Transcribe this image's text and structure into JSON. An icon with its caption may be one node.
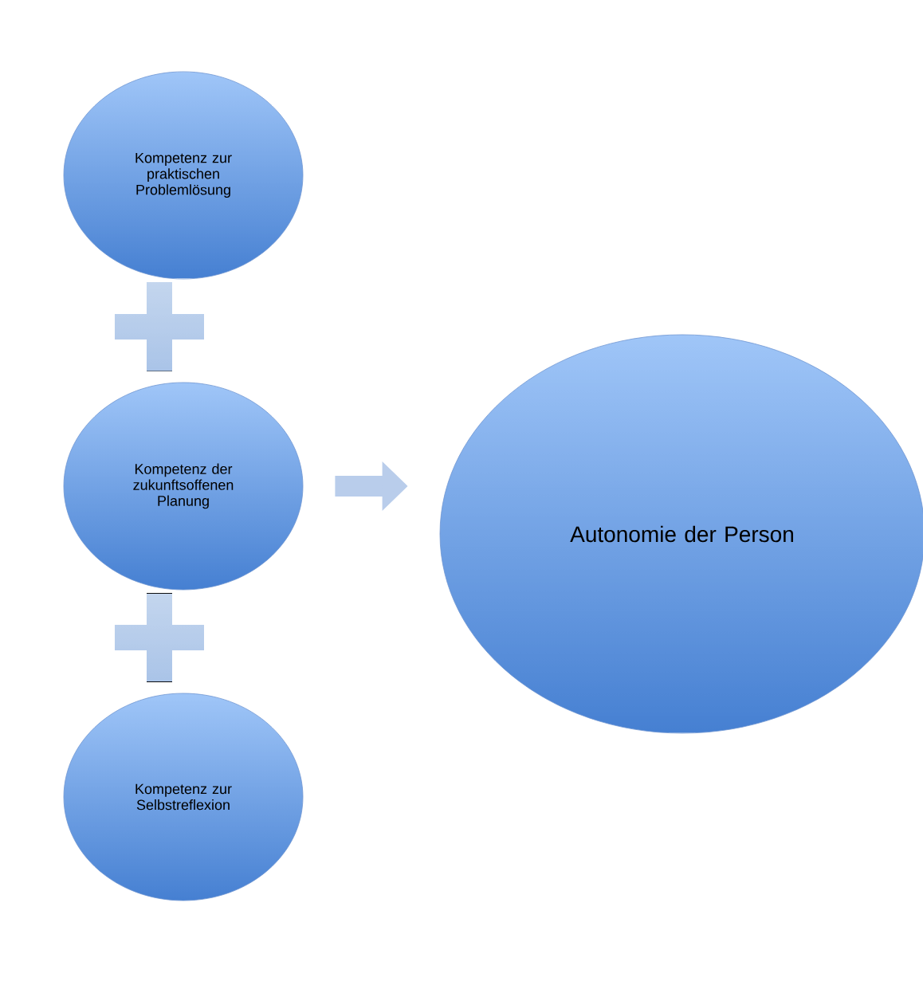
{
  "diagram": {
    "nodes": [
      {
        "text": [
          "Kompetenz zur praktischen Problemlösung"
        ]
      },
      {
        "text": [
          "Kompetenz der zukunftsoffenen Planung"
        ]
      },
      {
        "text": [
          "Kompetenz zur Selbstreflexion"
        ]
      },
      {
        "text": [
          "Autonomie der Person"
        ]
      }
    ],
    "edges": [
      {
        "from": 1,
        "to": 3,
        "arrow": "to"
      }
    ]
  }
}
